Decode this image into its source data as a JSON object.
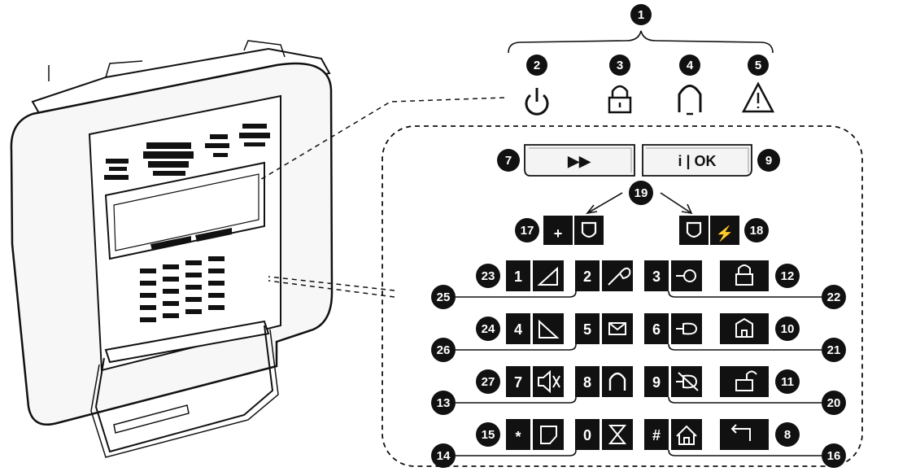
{
  "callouts": {
    "c1": "1",
    "c2": "2",
    "c3": "3",
    "c4": "4",
    "c5": "5",
    "c7": "7",
    "c8": "8",
    "c9": "9",
    "c10": "10",
    "c11": "11",
    "c12": "12",
    "c13": "13",
    "c14": "14",
    "c15": "15",
    "c16": "16",
    "c17": "17",
    "c18": "18",
    "c19": "19",
    "c20": "20",
    "c21": "21",
    "c22": "22",
    "c23": "23",
    "c24": "24",
    "c25": "25",
    "c26": "26",
    "c27": "27"
  },
  "keys": {
    "k1": "1",
    "k2": "2",
    "k3": "3",
    "k4": "4",
    "k5": "5",
    "k6": "6",
    "k7": "7",
    "k8": "8",
    "k9": "9",
    "k0": "0",
    "star": "*",
    "hash": "#"
  },
  "nav": {
    "next": "▶▶",
    "info_ok": "i | OK"
  },
  "icons": {
    "power": "power-icon",
    "lock": "lock-icon",
    "bell": "bell-icon",
    "warning": "warning-icon",
    "plus": "+",
    "bolt": "⚡"
  },
  "colors": {
    "ink": "#111111",
    "paper": "#ffffff",
    "panel_gray": "#f2f2f2"
  }
}
